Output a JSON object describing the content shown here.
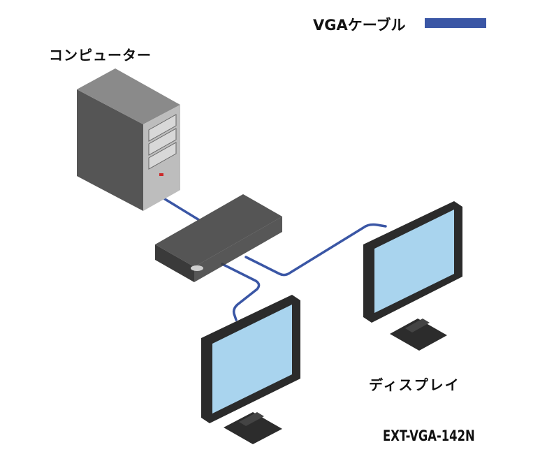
{
  "legend": {
    "label": "VGAケーブル",
    "cable_color": "#3a56a5"
  },
  "labels": {
    "computer": "コンピューター",
    "display": "ディスプレイ",
    "model": "EXT-VGA-142N"
  },
  "colors": {
    "screen": "#a9d4ee",
    "bezel": "#2b2b2b",
    "device": "#3a3a3a",
    "tower_side": "#555555"
  }
}
